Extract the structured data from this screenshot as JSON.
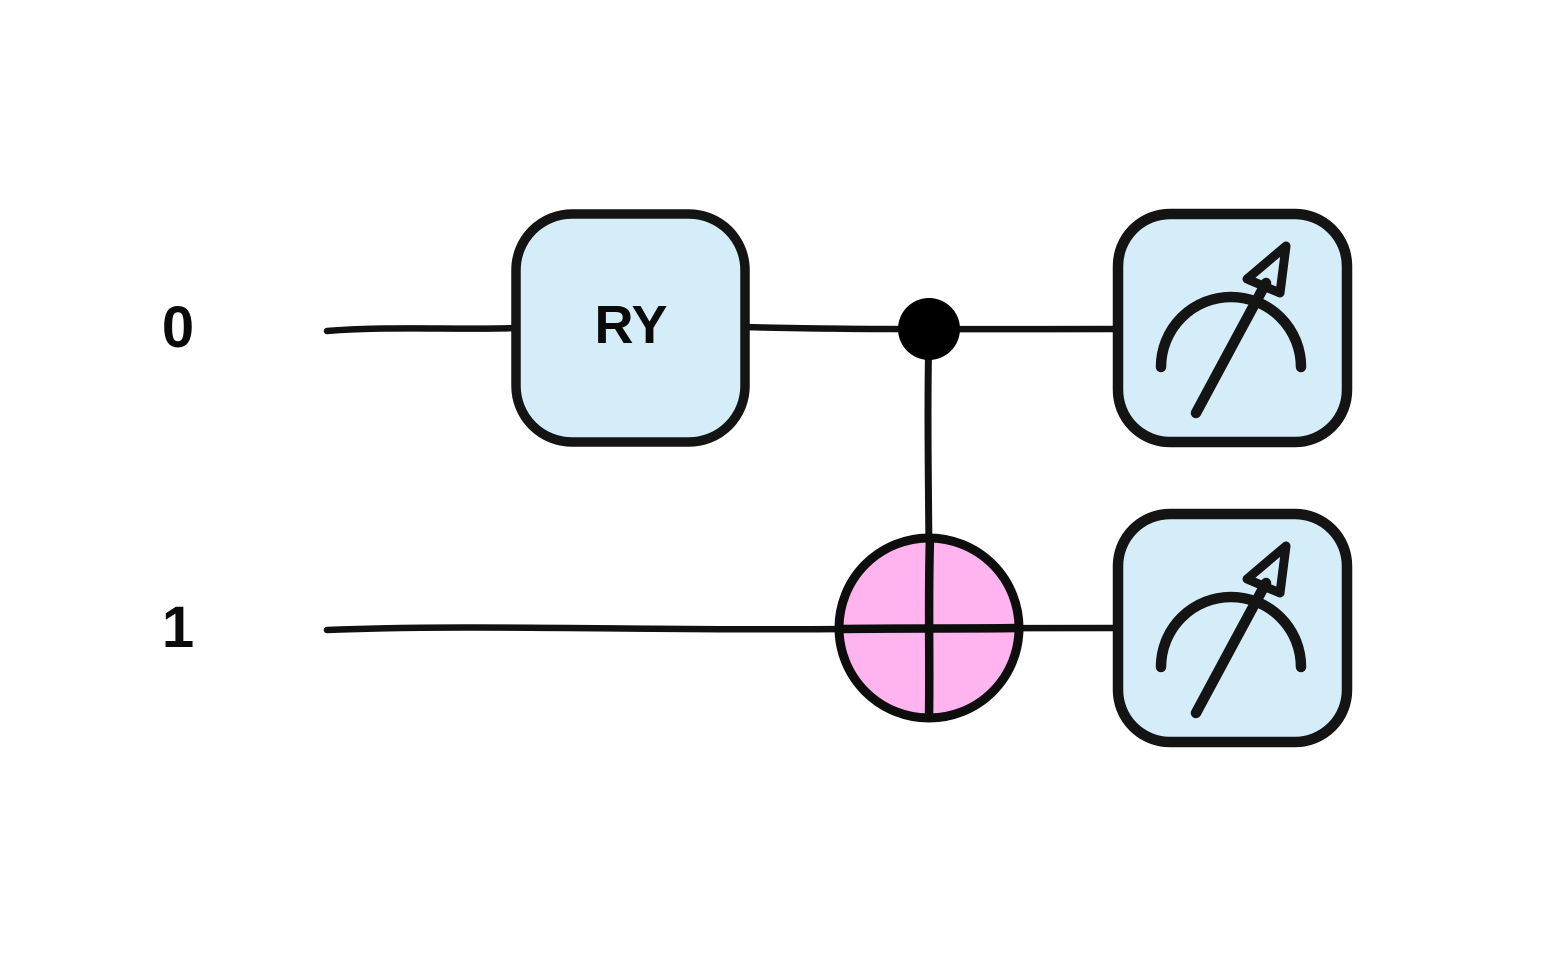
{
  "diagram": {
    "kind": "quantum-circuit",
    "qubits": [
      {
        "label": "0"
      },
      {
        "label": "1"
      }
    ],
    "gates": [
      {
        "name": "ry-gate",
        "type": "rotation",
        "label": "RY",
        "qubit": 0,
        "column": 1
      },
      {
        "name": "cnot-gate",
        "type": "controlled-not",
        "control_qubit": 0,
        "target_qubit": 1,
        "column": 2
      },
      {
        "name": "measure-qubit-0",
        "type": "measurement",
        "qubit": 0,
        "column": 3
      },
      {
        "name": "measure-qubit-1",
        "type": "measurement",
        "qubit": 1,
        "column": 3
      }
    ],
    "colors": {
      "background": "#ffffff",
      "stroke": "#111111",
      "gate_fill": "#d4edf9",
      "cnot_target_fill": "#ffb3ef",
      "control_dot": "#000000"
    }
  }
}
